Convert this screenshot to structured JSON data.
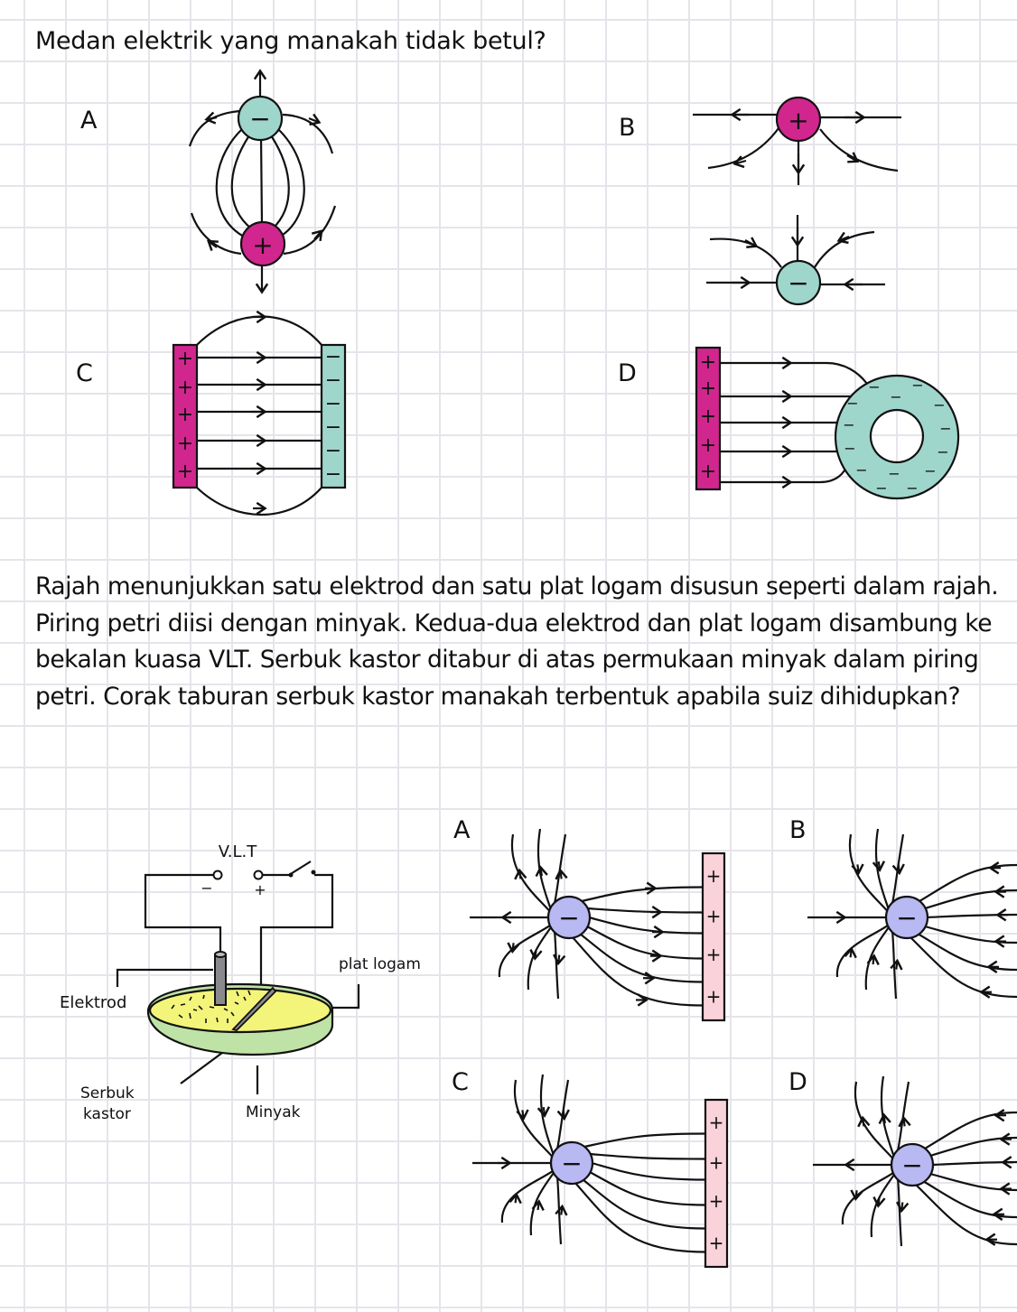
{
  "question1": {
    "text": "Medan elektrik yang manakah tidak betul?",
    "options": [
      {
        "label": "A",
        "description": "dipole-field"
      },
      {
        "label": "B",
        "description": "separate-charges"
      },
      {
        "label": "C",
        "description": "parallel-plates"
      },
      {
        "label": "D",
        "description": "plate-and-ring"
      }
    ],
    "charge_symbols": {
      "positive": "+",
      "negative": "−"
    }
  },
  "question2": {
    "text": "Rajah menunjukkan satu elektrod dan satu plat logam disusun seperti dalam rajah. Piring petri diisi dengan minyak. Kedua-dua elektrod dan plat logam disambung ke bekalan kuasa VLT. Serbuk kastor ditabur di atas permukaan minyak dalam piring petri. Corak taburan serbuk kastor manakah terbentuk apabila suiz dihidupkan?",
    "apparatus": {
      "supply_label": "V.L.T",
      "negative_terminal": "−",
      "positive_terminal": "+",
      "labels": {
        "electrode": "Elektrod",
        "plate": "plat logam",
        "powder_line1": "Serbuk",
        "powder_line2": "kastor",
        "oil": "Minyak"
      }
    },
    "options": [
      {
        "label": "A"
      },
      {
        "label": "B"
      },
      {
        "label": "C"
      },
      {
        "label": "D"
      }
    ]
  },
  "colors": {
    "positive": "#d2268f",
    "negative": "#9fd6cc",
    "charge_blue": "#b8b8f2",
    "plate_pink": "#f9d2da",
    "oil": "#f3f57a",
    "dish": "#bfe3a6",
    "grid": "#e6e4ea",
    "ink": "#111111"
  }
}
